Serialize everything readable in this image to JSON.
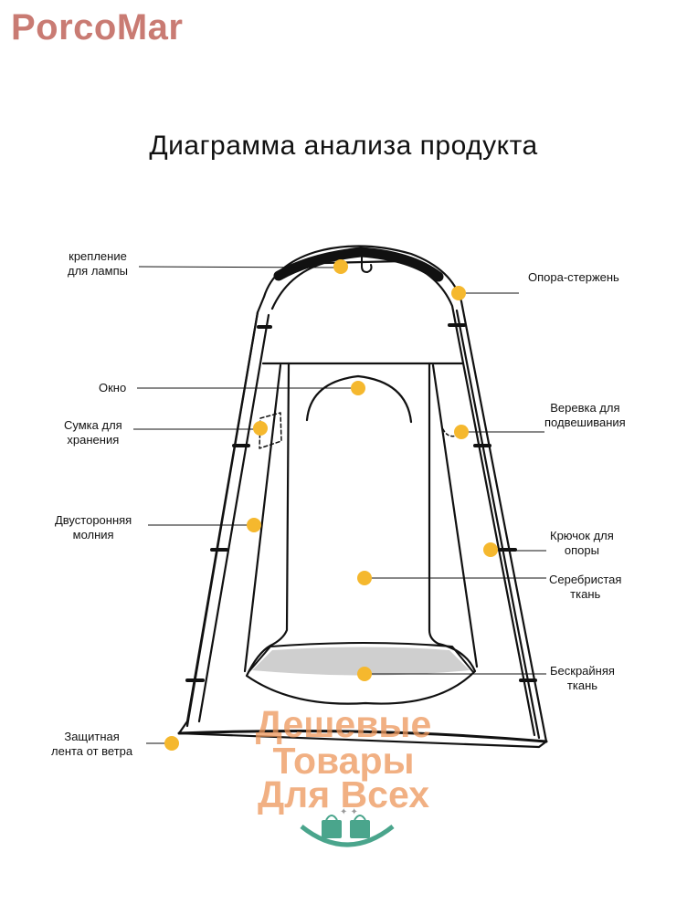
{
  "brand": "PorcoMar",
  "title": "Диаграмма анализа продукта",
  "callouts": {
    "lamp_mount": {
      "line1": "крепление",
      "line2": "для лампы"
    },
    "support_rod": {
      "line1": "Опора-стержень",
      "line2": ""
    },
    "window": {
      "line1": "Окно",
      "line2": ""
    },
    "storage_bag": {
      "line1": "Сумка для",
      "line2": "хранения"
    },
    "hanging_rope": {
      "line1": "Веревка для",
      "line2": "подвешивания"
    },
    "double_zipper": {
      "line1": "Двусторонняя",
      "line2": "молния"
    },
    "support_hook": {
      "line1": "Крючок для",
      "line2": "опоры"
    },
    "silver_fabric": {
      "line1": "Серебристая",
      "line2": "ткань"
    },
    "boundless_fabric": {
      "line1": "Бескрайняя",
      "line2": "ткань"
    },
    "wind_tape": {
      "line1": "Защитная",
      "line2": "лента от ветра"
    }
  },
  "watermark": {
    "line1": "Дешевые",
    "line2": "Товары",
    "line3": "Для Всех"
  },
  "colors": {
    "dot": "#f5b82e",
    "line": "#111111",
    "accent_brand": "#c97b73",
    "watermark": "#ec965a",
    "bag": "#4aa58c"
  }
}
